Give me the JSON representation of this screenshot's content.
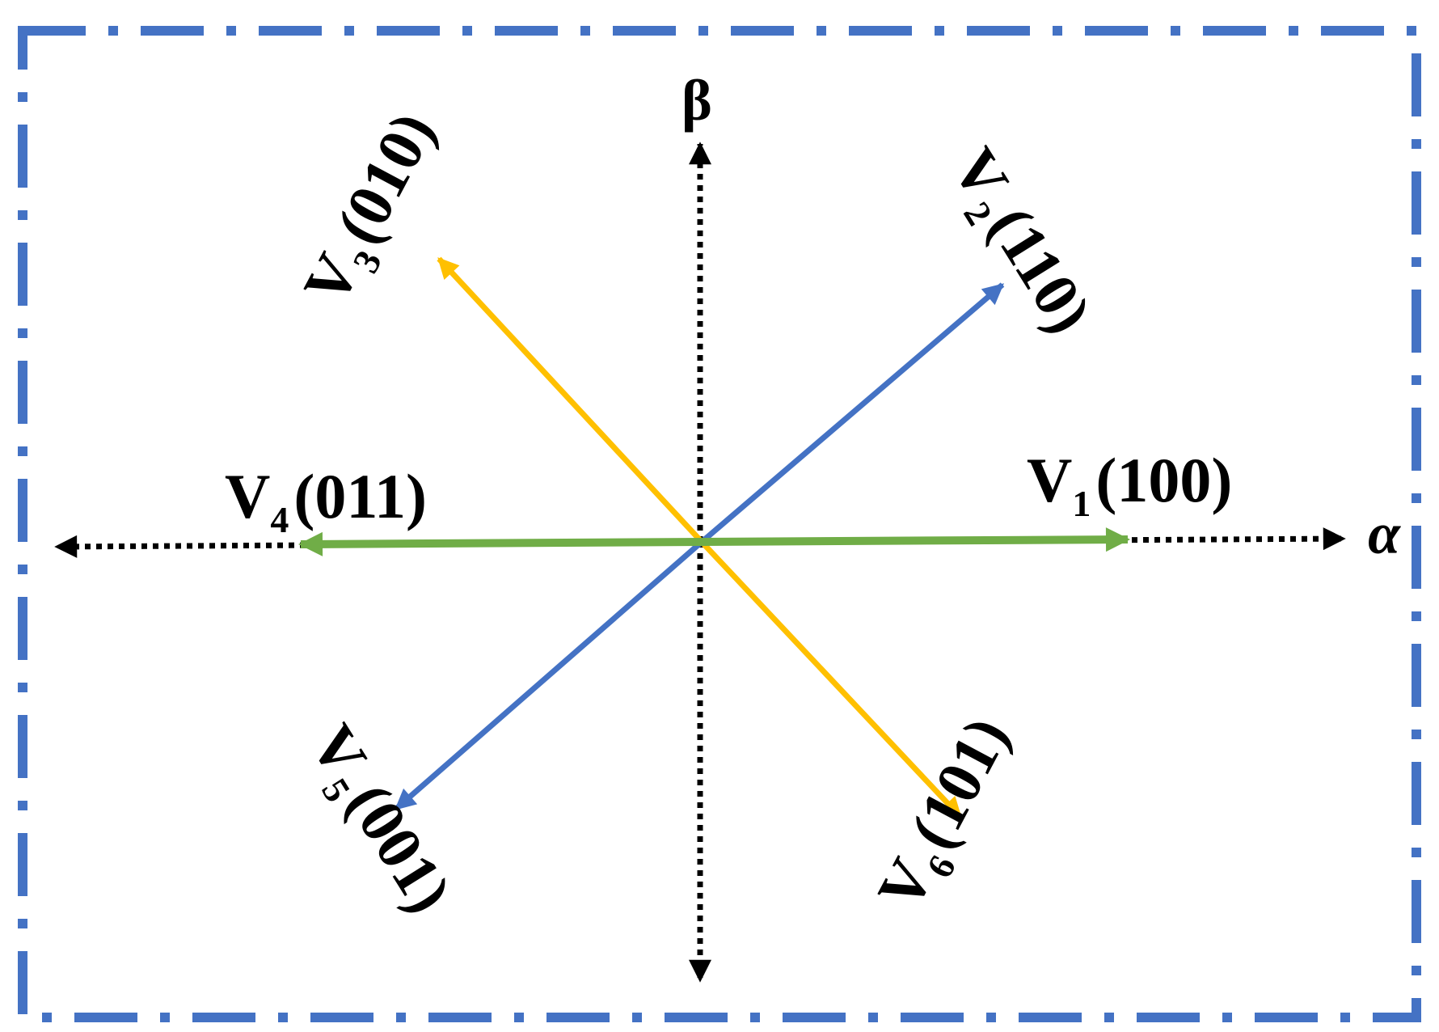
{
  "diagram": {
    "axes": {
      "alpha_label": "α",
      "beta_label": "β"
    },
    "vectors": [
      {
        "id": "v1",
        "name": "V",
        "subscript": "1",
        "code": "(100)",
        "color": "#70AD47"
      },
      {
        "id": "v2",
        "name": "V",
        "subscript": "2",
        "code": "(110)",
        "color": "#4472C4"
      },
      {
        "id": "v3",
        "name": "V",
        "subscript": "3",
        "code": "(010)",
        "color": "#FFC000"
      },
      {
        "id": "v4",
        "name": "V",
        "subscript": "4",
        "code": "(011)",
        "color": "#70AD47"
      },
      {
        "id": "v5",
        "name": "V",
        "subscript": "5",
        "code": "(001)",
        "color": "#4472C4"
      },
      {
        "id": "v6",
        "name": "V",
        "subscript": "6",
        "code": "(101)",
        "color": "#FFC000"
      }
    ],
    "colors": {
      "frame": "#4472C4",
      "axis": "#000000"
    }
  }
}
